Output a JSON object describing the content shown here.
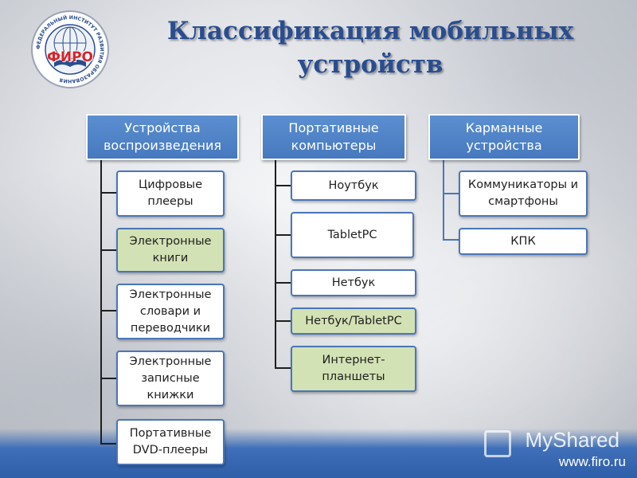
{
  "title": {
    "line1": "Классификация мобильных",
    "line2": "устройств"
  },
  "logo": {
    "text": "ФИРО",
    "ring_text": "ФЕДЕРАЛЬНЫЙ ИНСТИТУТ РАЗВИТИЯ ОБРАЗОВАНИЯ"
  },
  "columns": [
    {
      "header": "Устройства воспроизведения",
      "items": [
        {
          "label": "Цифровые плееры",
          "highlight": false
        },
        {
          "label": "Электронные книги",
          "highlight": true
        },
        {
          "label": "Электронные словари и переводчики",
          "highlight": false
        },
        {
          "label": "Электронные записные книжки",
          "highlight": false
        },
        {
          "label": "Портативные DVD-плееры",
          "highlight": false
        }
      ]
    },
    {
      "header": "Портативные компьютеры",
      "items": [
        {
          "label": "Ноутбук",
          "highlight": false
        },
        {
          "label": "TabletPC",
          "highlight": false
        },
        {
          "label": "Нетбук",
          "highlight": false
        },
        {
          "label": "Нетбук/TabletPC",
          "highlight": true
        },
        {
          "label": "Интернет-планшеты",
          "highlight": true
        }
      ]
    },
    {
      "header": "Карманные устройства",
      "items": [
        {
          "label": "Коммуникаторы и смартфоны",
          "highlight": false
        },
        {
          "label": "КПК",
          "highlight": false
        }
      ]
    }
  ],
  "watermark": {
    "brand": "MyShared",
    "site": "www.firo.ru"
  },
  "colors": {
    "header_blue": "#4679bf",
    "title_blue": "#2a4d8f",
    "highlight_green": "#d3e2b4",
    "border_blue": "#4a76b8"
  }
}
